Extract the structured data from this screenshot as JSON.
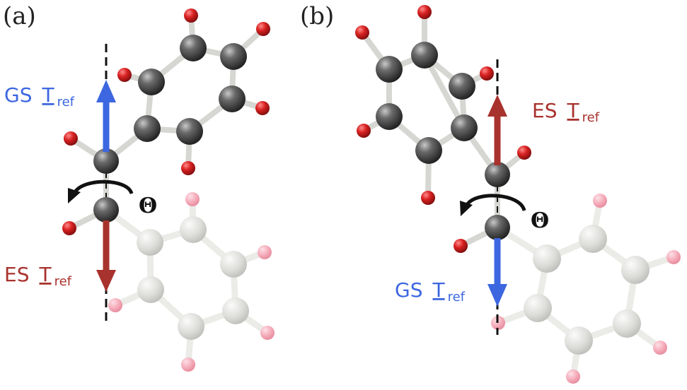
{
  "panels": [
    {
      "label": "(a)",
      "theta": "Θ",
      "upper_label": {
        "state": "GS",
        "symbol": "T",
        "subscript": "ref"
      },
      "lower_label": {
        "state": "ES",
        "symbol": "T",
        "subscript": "ref"
      }
    },
    {
      "label": "(b)",
      "theta": "Θ",
      "upper_label": {
        "state": "ES",
        "symbol": "T",
        "subscript": "ref"
      },
      "lower_label": {
        "state": "GS",
        "symbol": "T",
        "subscript": "ref"
      }
    }
  ],
  "colors": {
    "ground_state": "#3d67e0",
    "excited_state": "#a8322d",
    "carbon": "#4a4a4a",
    "hydrogen": "#cc1f1f",
    "carbon_faded": "#d9d9d6",
    "hydrogen_faded": "#f3a9b6",
    "bond": "#d6d6d2",
    "axis": "#111111"
  }
}
